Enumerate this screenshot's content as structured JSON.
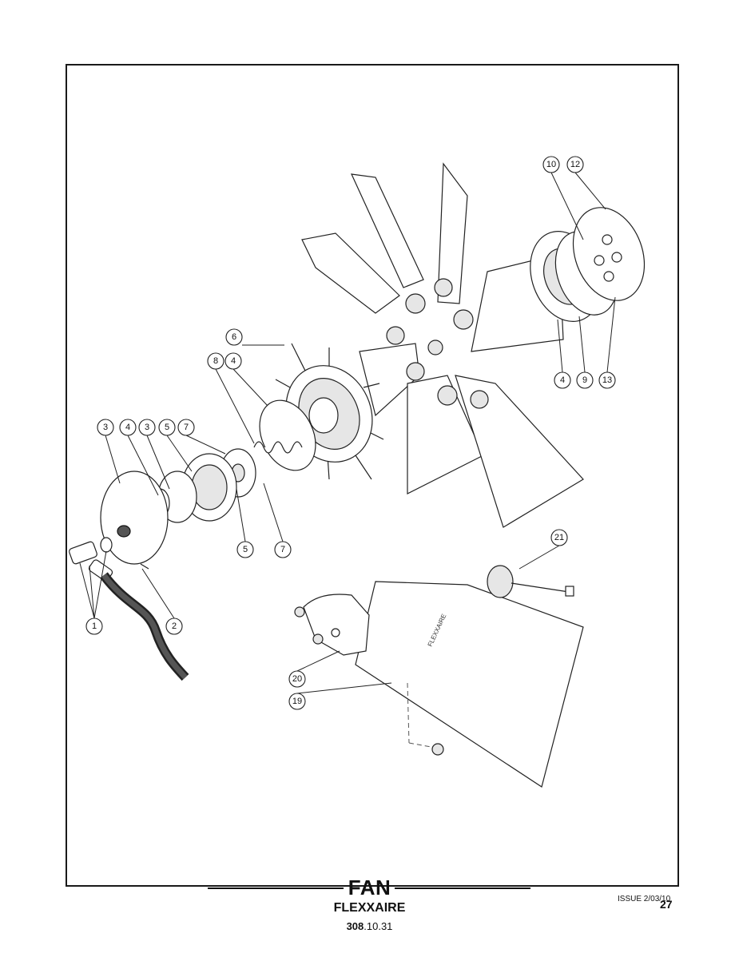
{
  "footer": {
    "title": "FAN",
    "subtitle": "FLEXXAIRE",
    "code_bold": "308",
    "code_rest": ".10.31",
    "issue": "ISSUE 2/03/10",
    "page_number": "27"
  },
  "blade_label": "FLEXXAIRE",
  "callouts": [
    "1",
    "2",
    "3",
    "4",
    "3",
    "5",
    "7",
    "8",
    "4",
    "6",
    "5",
    "7",
    "10",
    "12",
    "4",
    "9",
    "13",
    "21",
    "20",
    "19"
  ]
}
